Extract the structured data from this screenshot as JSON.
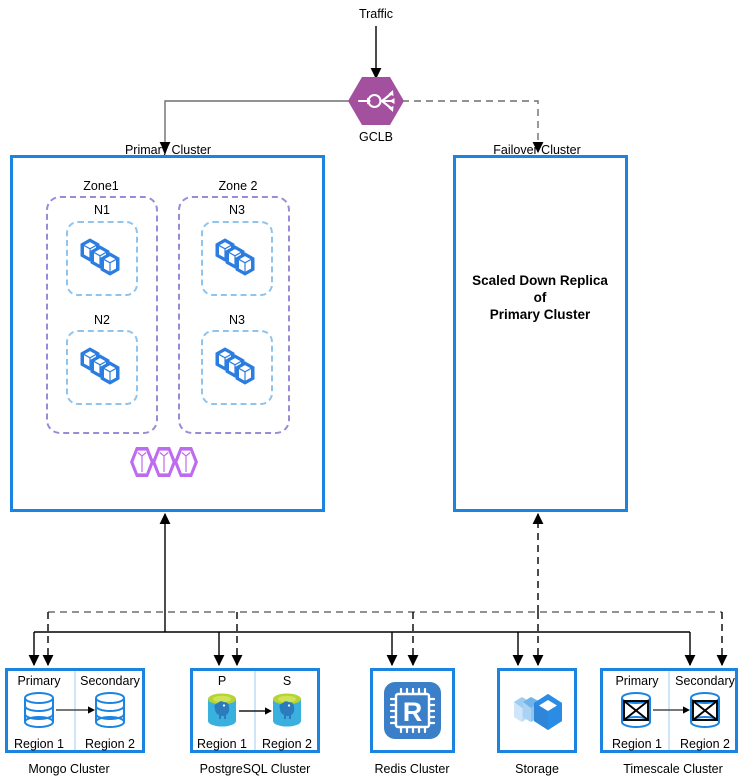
{
  "diagram": {
    "title_traffic": "Traffic",
    "gclb_label": "GCLB",
    "gclb_color": "#A3509E",
    "cluster_border_color": "#1a84e0",
    "zone_border_color": "#9b8bd6",
    "node_border_color": "#8fc4ee",
    "line_solid_color": "#000000",
    "line_gray_color": "#6e6e6e",
    "line_dashed_color": "#6e6e6e"
  },
  "primary_cluster": {
    "label": "Primary Cluster",
    "zones": [
      {
        "label": "Zone1",
        "nodes": [
          {
            "label": "N1",
            "icon": "cubes-icon"
          },
          {
            "label": "N2",
            "icon": "cubes-icon"
          }
        ]
      },
      {
        "label": "Zone 2",
        "nodes": [
          {
            "label": "N3",
            "icon": "cubes-icon"
          },
          {
            "label": "N3",
            "icon": "cubes-icon"
          }
        ]
      }
    ],
    "pods_icon": "hexagon-pods-icon"
  },
  "failover_cluster": {
    "label": "Failover Cluster",
    "body_line1": "Scaled Down Replica",
    "body_line2": "of",
    "body_line3": "Primary Cluster"
  },
  "datastores": [
    {
      "name": "Mongo Cluster",
      "icon": "database-cylinder-icon",
      "left": {
        "role": "Primary",
        "region": "Region 1"
      },
      "right": {
        "role": "Secondary",
        "region": "Region 2"
      }
    },
    {
      "name": "PostgreSQL Cluster",
      "icon": "postgres-elephant-icon",
      "left": {
        "role": "P",
        "region": "Region 1"
      },
      "right": {
        "role": "S",
        "region": "Region 2"
      }
    },
    {
      "name": "Redis Cluster",
      "icon": "redis-chip-icon",
      "left": null,
      "right": null
    },
    {
      "name": "Storage",
      "icon": "storage-cubes-icon",
      "left": null,
      "right": null
    },
    {
      "name": "Timescale Cluster",
      "icon": "timescale-cylinder-icon",
      "left": {
        "role": "Primary",
        "region": "Region 1"
      },
      "right": {
        "role": "Secondary",
        "region": "Region 2"
      }
    }
  ]
}
